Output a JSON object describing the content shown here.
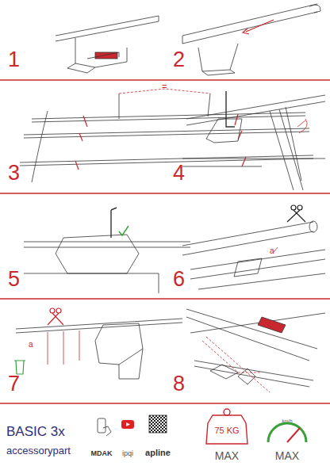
{
  "diagram": {
    "labels": [
      "1",
      "2",
      "=",
      "3",
      "4",
      "5",
      "a",
      "6",
      "a",
      "7",
      "8",
      "BASIC 3x",
      "accessorypart",
      "MDAK",
      "ipqi",
      "apline",
      "75 KG",
      "MAX",
      "km/h",
      "MAX"
    ]
  }
}
